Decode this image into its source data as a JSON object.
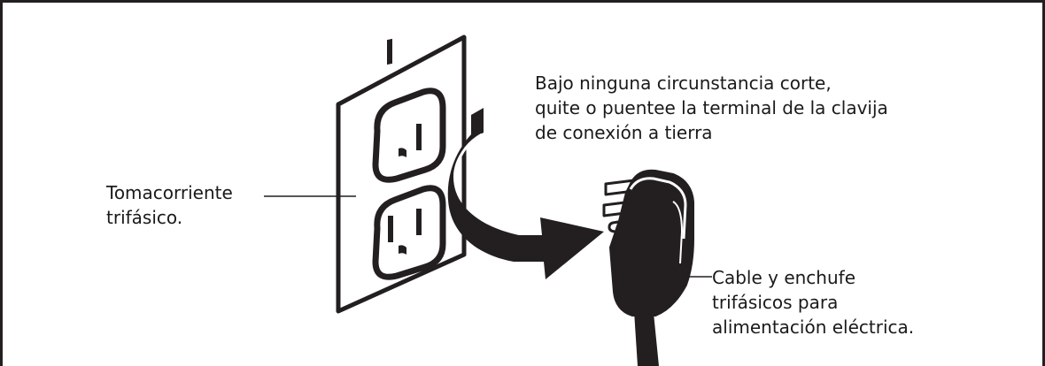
{
  "labels": {
    "outlet": {
      "line1": "Tomacorriente",
      "line2": "trifásico."
    },
    "warning": {
      "line1": "Bajo ninguna circunstancia corte,",
      "line2": "quite o puentee la terminal de la clavija",
      "line3": "de conexión a tierra"
    },
    "plug": {
      "line1": "Cable y enchufe",
      "line2": "trifásicos para",
      "line3": "alimentación eléctrica."
    }
  },
  "icons": [
    "grounded-outlet-icon",
    "curved-arrow-icon",
    "three-prong-plug-icon"
  ],
  "colors": {
    "ink": "#231f20",
    "background": "#ffffff"
  }
}
